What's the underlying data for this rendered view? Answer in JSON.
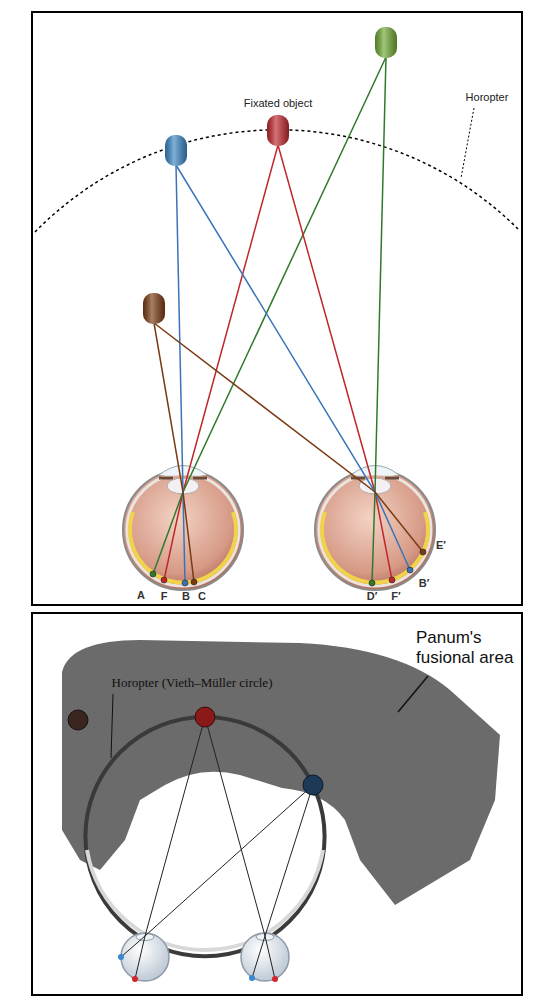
{
  "diagram": {
    "labels": [
      "Fixated object",
      "Horopter",
      "A",
      "F",
      "B",
      "C",
      "D′",
      "F′",
      "B′",
      "E′",
      "Horopter (Vieth–Müller circle)",
      "Panum's fusional area"
    ]
  }
}
